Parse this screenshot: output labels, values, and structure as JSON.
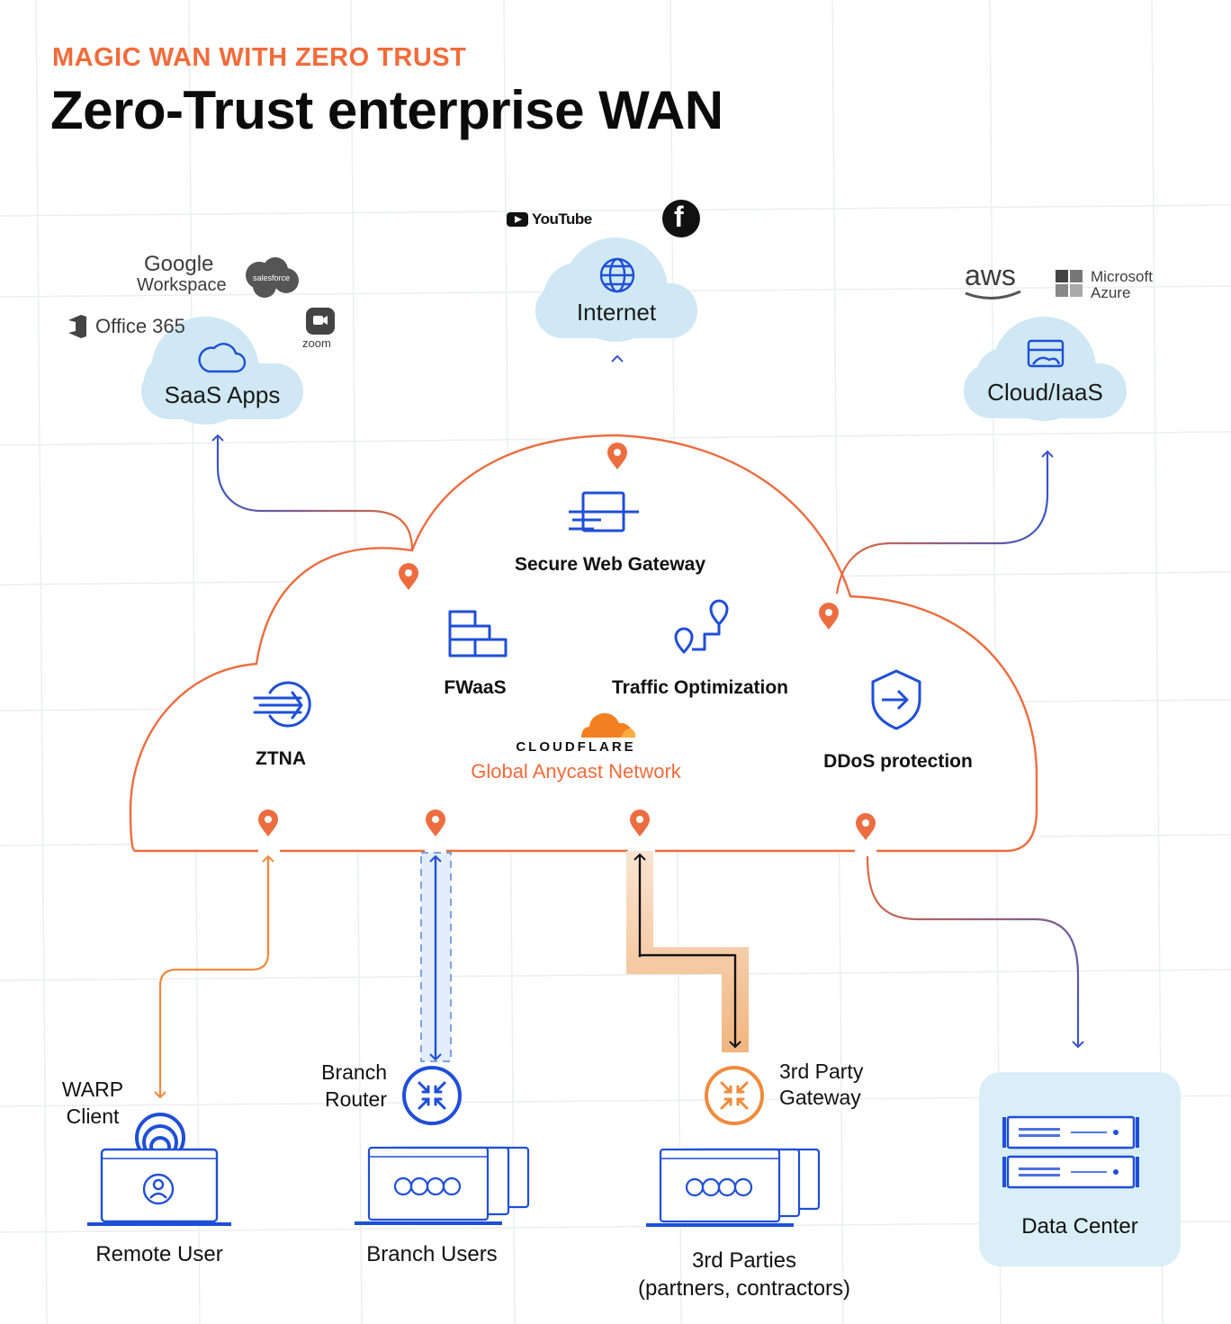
{
  "header": {
    "eyebrow": "MAGIC WAN WITH ZERO TRUST",
    "title": "Zero-Trust enterprise WAN"
  },
  "colors": {
    "accent_orange": "#f26b3a",
    "blue": "#1f4fd8",
    "cloud_fill": "#cfe8f3",
    "connector_purple": "#7a5c86",
    "text": "#111111"
  },
  "clouds": {
    "saas": {
      "label": "SaaS Apps",
      "icon": "cloud-icon"
    },
    "internet": {
      "label": "Internet",
      "icon": "globe-icon"
    },
    "iaas": {
      "label": "Cloud/IaaS",
      "icon": "server-stack-icon"
    }
  },
  "logos": {
    "google_line1": "Google",
    "google_line2": "Workspace",
    "salesforce": "salesforce",
    "office365": "Office 365",
    "zoom": "zoom",
    "youtube": "YouTube",
    "facebook": "f",
    "aws": "aws",
    "azure_line1": "Microsoft",
    "azure_line2": "Azure"
  },
  "network": {
    "services": [
      {
        "label": "Secure Web Gateway",
        "icon": "gateway-icon"
      },
      {
        "label": "FWaaS",
        "icon": "firewall-icon"
      },
      {
        "label": "Traffic Optimization",
        "icon": "route-icon"
      },
      {
        "label": "ZTNA",
        "icon": "ztna-arrow-icon"
      },
      {
        "label": "DDoS protection",
        "icon": "shield-icon"
      }
    ],
    "brand": "CLOUDFLARE",
    "name": "Global Anycast Network"
  },
  "nodes": {
    "warp_line1": "WARP",
    "warp_line2": "Client",
    "remote_user": "Remote User",
    "branch_line1": "Branch",
    "branch_line2": "Router",
    "branch_users": "Branch Users",
    "gateway_line1": "3rd Party",
    "gateway_line2": "Gateway",
    "third_parties_line1": "3rd Parties",
    "third_parties_line2": "(partners, contractors)",
    "data_center": "Data Center"
  }
}
